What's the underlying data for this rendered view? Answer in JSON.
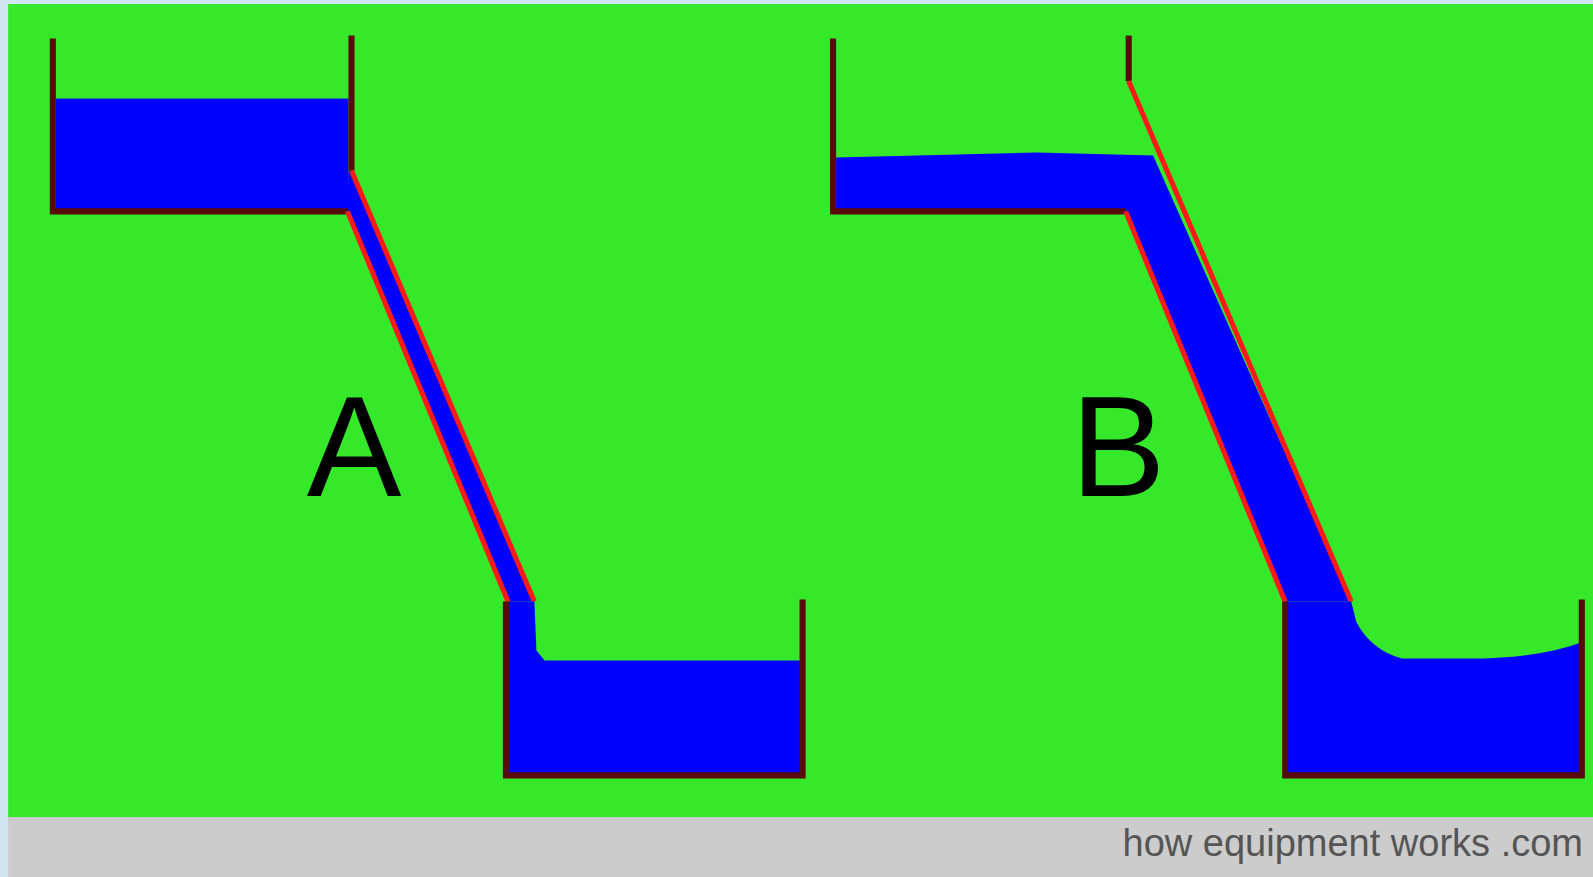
{
  "diagram": {
    "labels": [
      "A",
      "B",
      "how equipment works .com"
    ]
  }
}
